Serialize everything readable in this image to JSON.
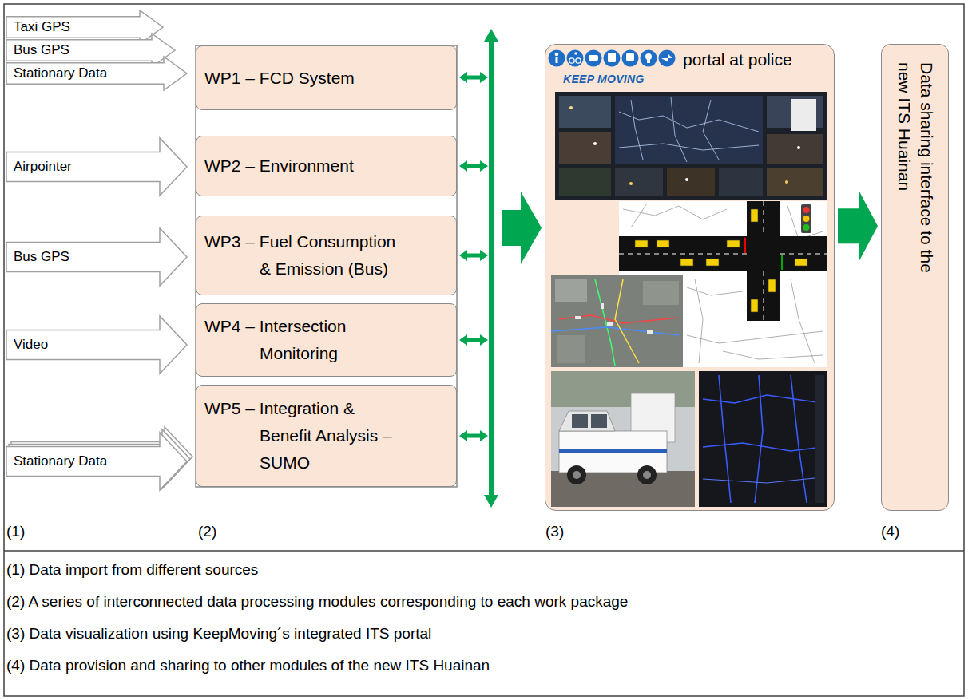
{
  "diagram": {
    "nodes": [
      {
        "text": [
          "Taxi GPS"
        ]
      },
      {
        "text": [
          "Bus GPS"
        ]
      },
      {
        "text": [
          "Stationary Data"
        ]
      },
      {
        "text": [
          "WP1 – FCD System"
        ]
      },
      {
        "text": [
          "Airpointer"
        ]
      },
      {
        "text": [
          "WP2 – Environment"
        ]
      },
      {
        "text": [
          "Bus GPS"
        ]
      },
      {
        "text": [
          "WP3 – Fuel Consumption & Emission (Bus)"
        ]
      },
      {
        "text": [
          "Video"
        ]
      },
      {
        "text": [
          "WP4 – Intersection Monitoring"
        ]
      },
      {
        "text": [
          "Stationary Data"
        ]
      },
      {
        "text": [
          "WP5 – Integration & Benefit Analysis – SUMO"
        ]
      },
      {
        "text": [
          "KEEP MOVING",
          "portal at police"
        ]
      },
      {
        "text": [
          "Data sharing interface to the new ITS Huainan"
        ]
      }
    ],
    "edges": [
      {
        "from": 12,
        "to": 13,
        "arrow": "to"
      }
    ],
    "labels": [
      "(1)",
      "(2)",
      "(3)",
      "(4)",
      "(1) Data import from different sources",
      "(2) A series of interconnected data processing modules corresponding to each work package",
      "(3) Data visualization using KeepMoving´s integrated ITS portal",
      "(4) Data provision and sharing to other modules of the new ITS Huainan"
    ]
  }
}
